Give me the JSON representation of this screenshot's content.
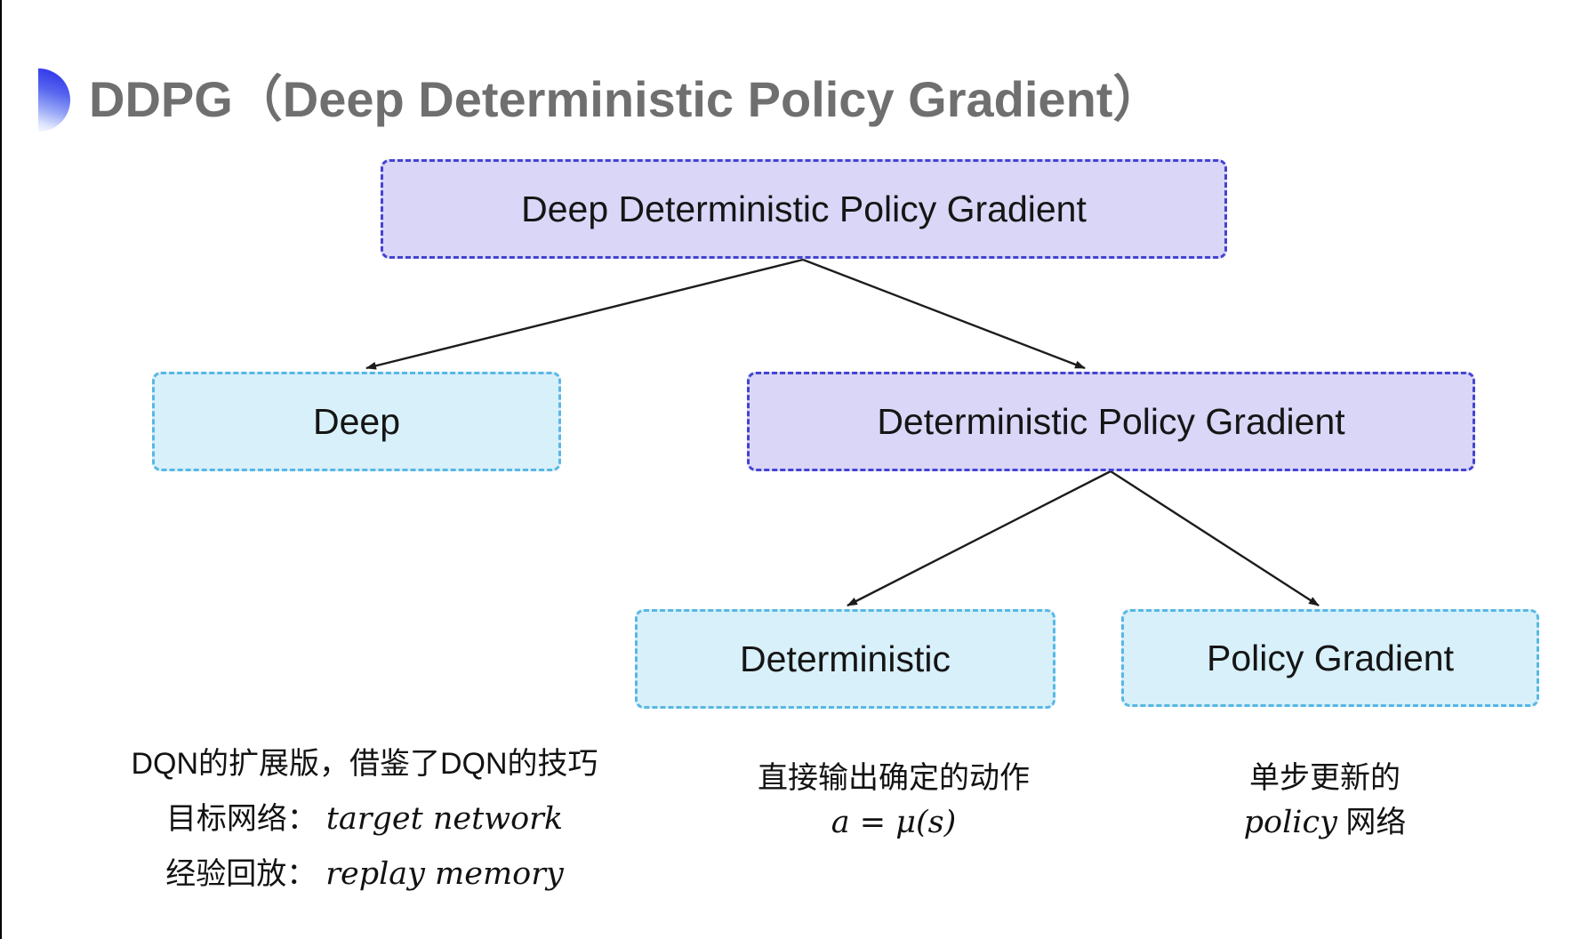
{
  "slide": {
    "title": "DDPG（Deep Deterministic Policy Gradient）"
  },
  "diagram": {
    "nodes": {
      "root": {
        "label": "Deep Deterministic Policy Gradient"
      },
      "deep": {
        "label": "Deep"
      },
      "dpg": {
        "label": "Deterministic Policy Gradient"
      },
      "deterministic": {
        "label": "Deterministic"
      },
      "policy_gradient": {
        "label": "Policy Gradient"
      }
    },
    "annotations": {
      "deep": {
        "line1": "DQN的扩展版，借鉴了DQN的技巧",
        "line2_label": "目标网络：",
        "line2_term": "target network",
        "line3_label": "经验回放：",
        "line3_term": "replay memory"
      },
      "deterministic": {
        "line1": "直接输出确定的动作",
        "formula": "a = μ(s)"
      },
      "policy_gradient": {
        "line1": "单步更新的",
        "term": "policy",
        "suffix": " 网络"
      }
    },
    "colors": {
      "purple_fill": "#d9d6f7",
      "purple_border": "#4443d2",
      "cyan_fill": "#d8f0fa",
      "cyan_border": "#57b7e5",
      "arrow": "#1c1c1c",
      "title_text": "#6f6f6f",
      "node_text": "#151515"
    }
  }
}
